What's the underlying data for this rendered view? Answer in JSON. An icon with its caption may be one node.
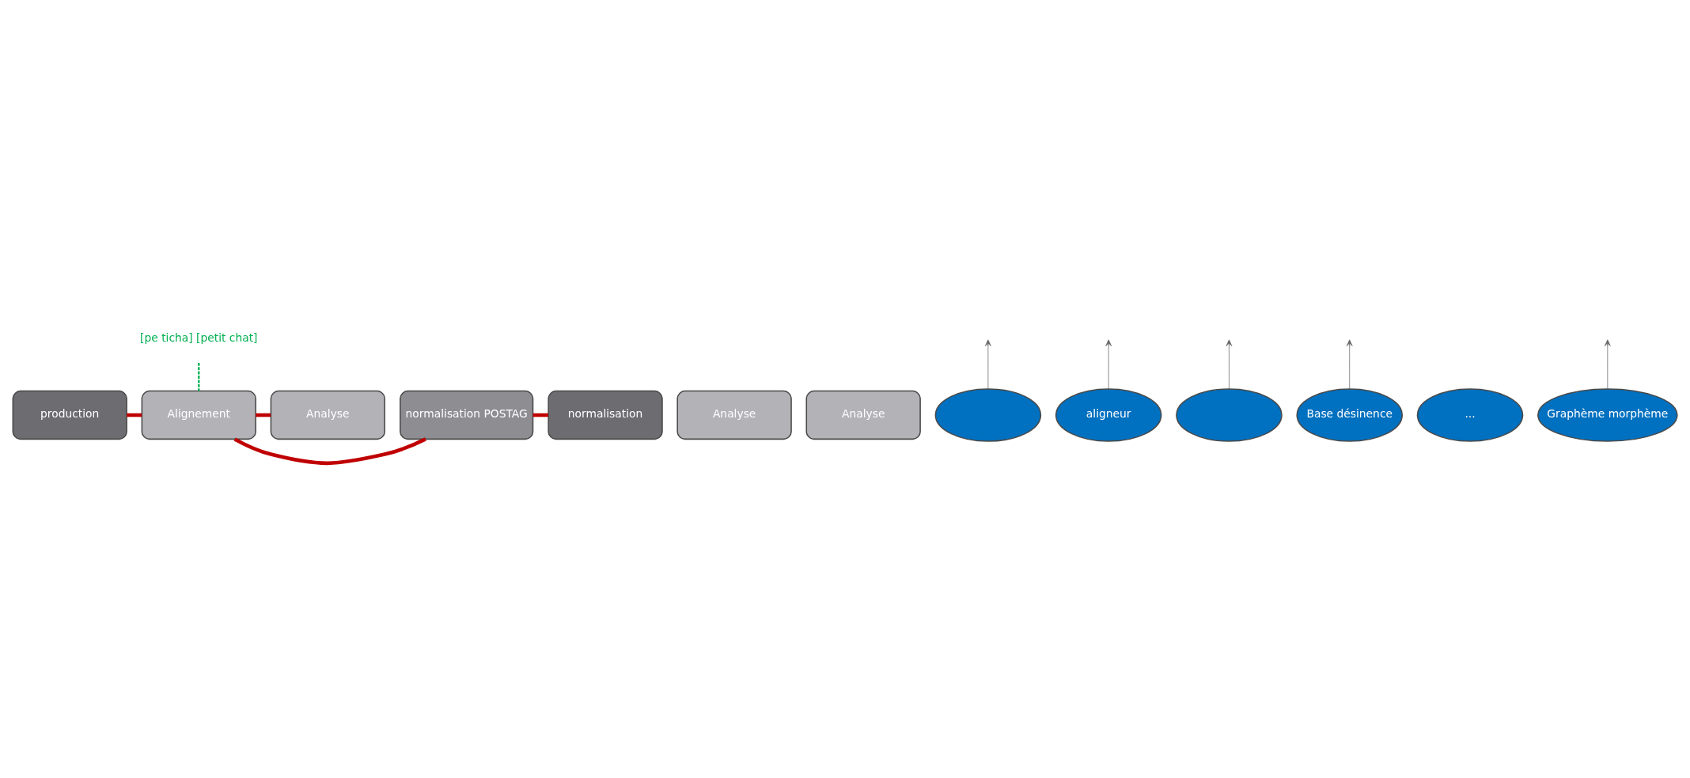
{
  "diagram": {
    "nodes": [
      {
        "text": [
          "production"
        ]
      },
      {
        "text": [
          "normalisation"
        ]
      },
      {
        "text": [
          "normalisation POSTAG"
        ]
      },
      {
        "text": [
          "Alignement"
        ]
      },
      {
        "text": [
          "[pe ticha] [petit chat]"
        ]
      },
      {
        "text": [
          "Analyse"
        ]
      },
      {
        "text": [
          "Analyse"
        ]
      },
      {
        "text": [
          "Analyse"
        ]
      },
      {
        "text": [],
        "shape": "ellipse"
      },
      {
        "text": [
          "aligneur"
        ]
      },
      {
        "text": [],
        "shape": "ellipse"
      },
      {
        "text": [
          "Base désinence"
        ]
      },
      {
        "text": [
          "..."
        ]
      },
      {
        "text": [
          "Graphème morphème"
        ]
      }
    ],
    "edges": [
      {
        "from": 0,
        "to": 3,
        "arrow": "none",
        "style": "thick",
        "color": "#c00000"
      },
      {
        "from": 1,
        "to": 2,
        "arrow": "none",
        "style": "thick",
        "color": "#c00000"
      },
      {
        "from": 2,
        "to": 3,
        "arrow": "none",
        "style": "thick",
        "color": "#c00000"
      },
      {
        "from": 3,
        "to": 6,
        "arrow": "none",
        "style": "thick",
        "color": "#c00000"
      },
      {
        "from": 4,
        "to": 3,
        "arrow": "none",
        "style": "dashed",
        "color": "#00b050"
      },
      {
        "from": 8,
        "to": null,
        "arrow": "to"
      },
      {
        "from": 9,
        "to": null,
        "arrow": "to"
      },
      {
        "from": 10,
        "to": null,
        "arrow": "to"
      },
      {
        "from": 11,
        "to": null,
        "arrow": "to"
      },
      {
        "from": 13,
        "to": null,
        "arrow": "to"
      }
    ]
  }
}
